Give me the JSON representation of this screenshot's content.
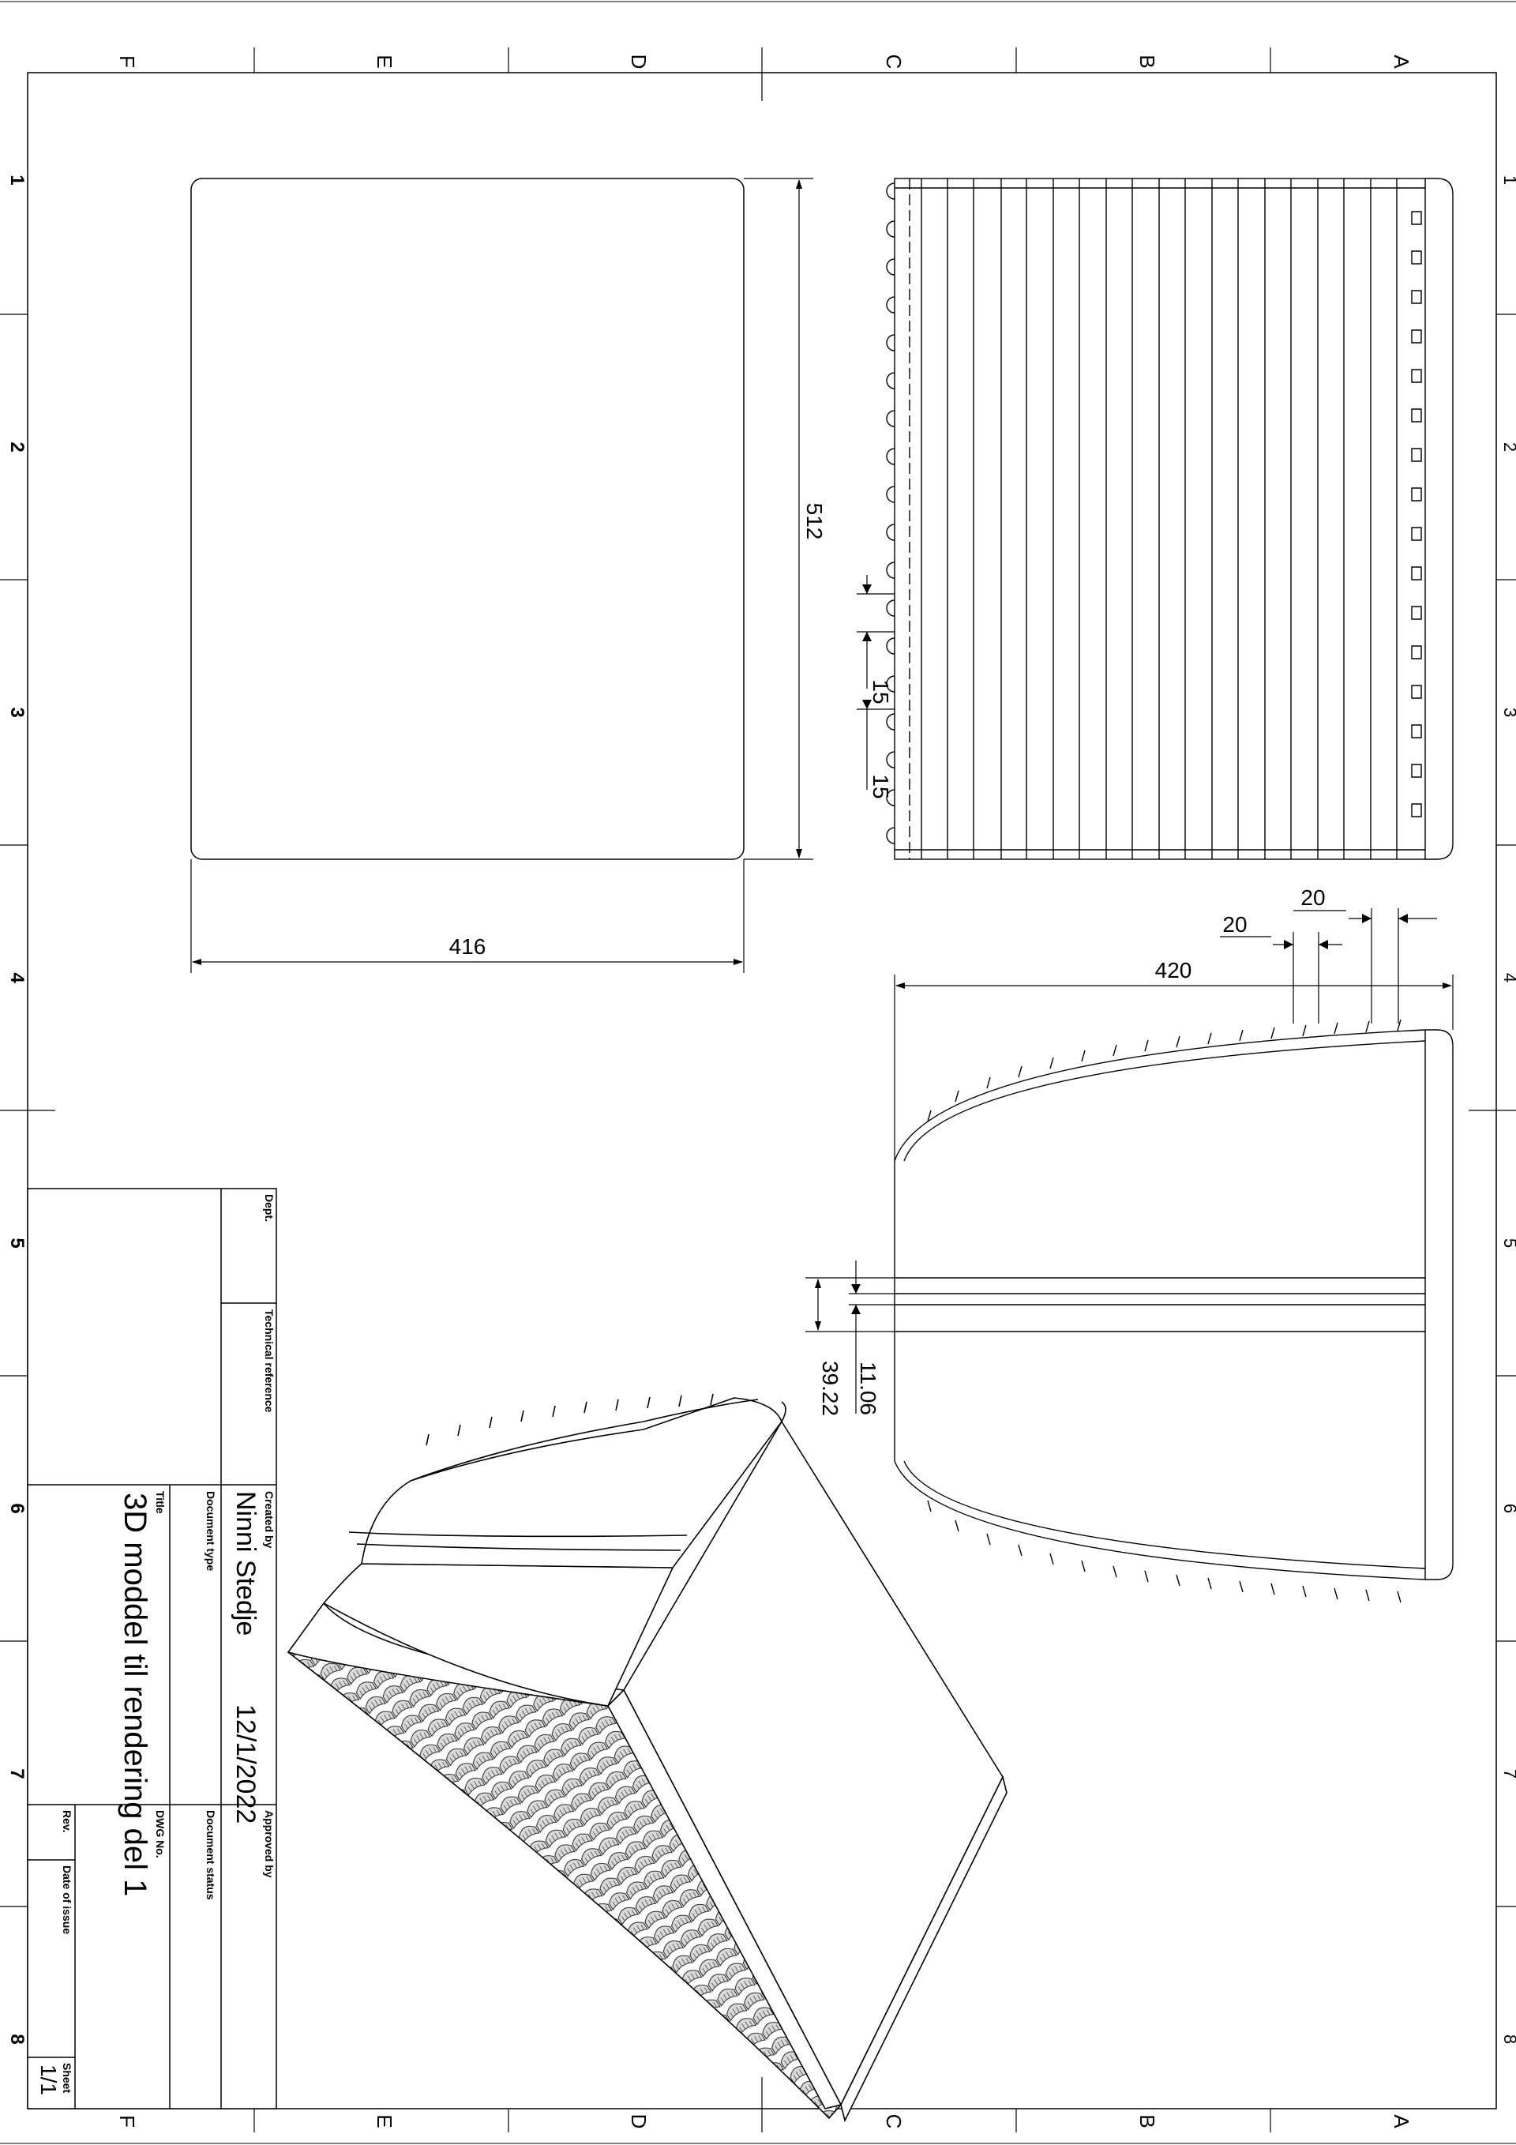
{
  "grid": {
    "columns": [
      "F",
      "E",
      "D",
      "C",
      "B",
      "A"
    ],
    "rows": [
      "1",
      "2",
      "3",
      "4",
      "5",
      "6",
      "7",
      "8"
    ]
  },
  "dimensions": {
    "front_width": "416",
    "front_height": "512",
    "slat_pitch_a": "15",
    "slat_pitch_b": "15",
    "side_total": "420",
    "side_step_a": "20",
    "side_step_b": "20",
    "groove_a": "11.06",
    "groove_b": "39.22"
  },
  "title_block": {
    "dept_label": "Dept.",
    "technical_reference_label": "Technical reference",
    "created_by_label": "Created by",
    "created_by": "Ninni Stedje",
    "approved_by_label": "Approved by",
    "document_type_label": "Document type",
    "document_status_label": "Document status",
    "date": "12/1/2022",
    "title_label": "Title",
    "title": "3D moddel til rendering del 1",
    "dwg_no_label": "DWG No.",
    "rev_label": "Rev.",
    "date_of_issue_label": "Date of issue",
    "sheet_label": "Sheet",
    "sheet": "1/1"
  }
}
